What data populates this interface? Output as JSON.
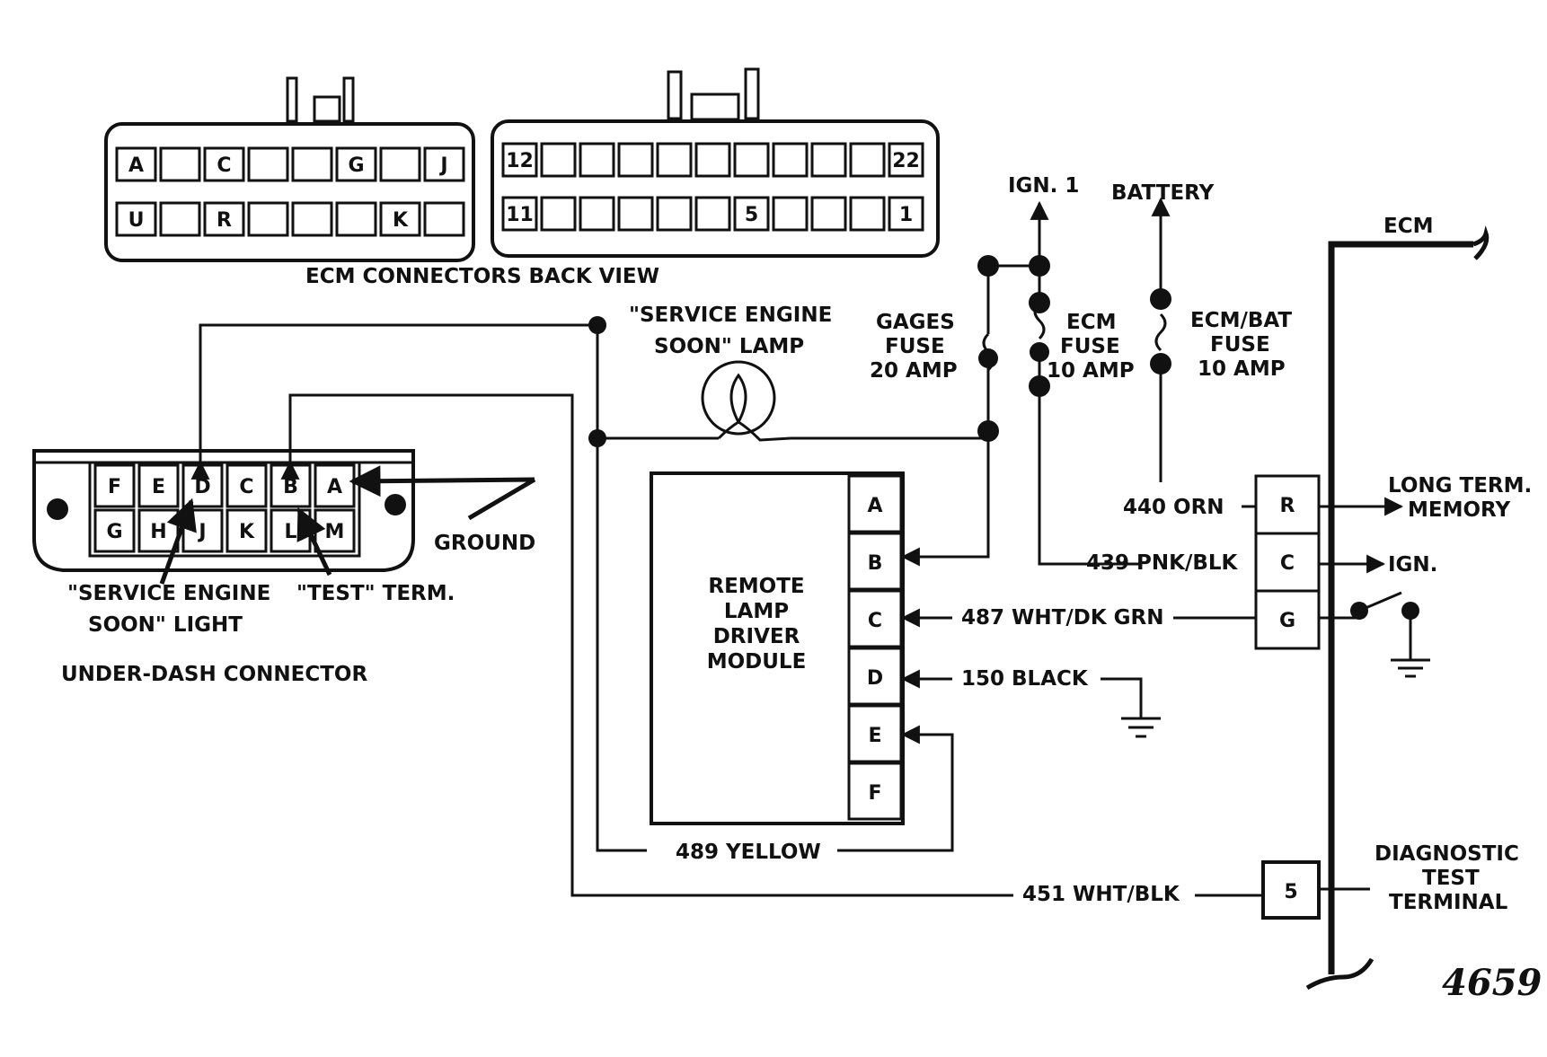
{
  "ecm_connectors": {
    "caption": "ECM CONNECTORS BACK VIEW",
    "left": {
      "top_row": [
        "A",
        "",
        "C",
        "",
        "",
        "G",
        "",
        "J"
      ],
      "bottom_row": [
        "U",
        "",
        "R",
        "",
        "",
        "",
        "K",
        ""
      ]
    },
    "right": {
      "top_row": [
        "12",
        "",
        "",
        "",
        "",
        "",
        "",
        "",
        "",
        "",
        "22"
      ],
      "bottom_row": [
        "11",
        "",
        "",
        "",
        "",
        "",
        "5",
        "",
        "",
        "",
        "1"
      ]
    }
  },
  "under_dash": {
    "caption": "UNDER-DASH CONNECTOR",
    "top_row": [
      "F",
      "E",
      "D",
      "C",
      "B",
      "A"
    ],
    "bottom_row": [
      "G",
      "H",
      "J",
      "K",
      "L",
      "M"
    ],
    "callouts": {
      "ground": "GROUND",
      "ses_light_1": "\"SERVICE ENGINE",
      "ses_light_2": "SOON\" LIGHT",
      "test_term": "\"TEST\" TERM."
    }
  },
  "lamp": {
    "line1": "\"SERVICE ENGINE",
    "line2": "SOON\" LAMP"
  },
  "module": {
    "line1": "REMOTE",
    "line2": "LAMP",
    "line3": "DRIVER",
    "line4": "MODULE",
    "pins": [
      "A",
      "B",
      "C",
      "D",
      "E",
      "F"
    ]
  },
  "power": {
    "ign1": "IGN. 1",
    "battery": "BATTERY"
  },
  "fuses": {
    "gages": [
      "GAGES",
      "FUSE",
      "20  AMP"
    ],
    "ecm": [
      "ECM",
      "FUSE",
      "10  AMP"
    ],
    "ecm_bat": [
      "ECM/BAT",
      "FUSE",
      "10  AMP"
    ]
  },
  "wires": {
    "w440": "440 ORN",
    "w439": "439 PNK/BLK",
    "w487": "487 WHT/DK GRN",
    "w150": "150 BLACK",
    "w489": "489 YELLOW",
    "w451": "451 WHT/BLK"
  },
  "ecm": {
    "label": "ECM",
    "pins": [
      "R",
      "C",
      "G"
    ],
    "diag_pin": "5",
    "outputs": {
      "long1": "LONG TERM.",
      "long2": "MEMORY",
      "ign": "IGN."
    },
    "diag": [
      "DIAGNOSTIC",
      "TEST",
      "TERMINAL"
    ]
  },
  "figure_number": "4659"
}
